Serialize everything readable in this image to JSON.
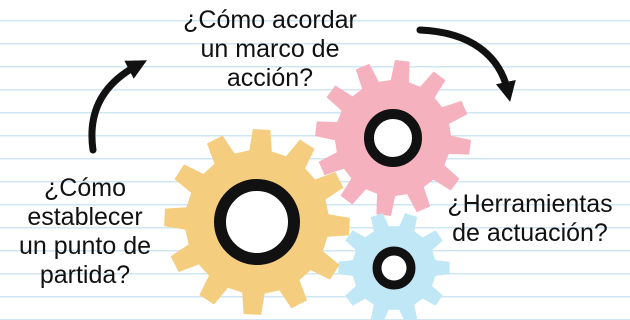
{
  "questions": {
    "top": "¿Cómo acordar\nun marco de\nacción?",
    "left": "¿Cómo\nestablecer\nun punto de\npartida?",
    "right": "¿Herramientas\nde actuación?"
  },
  "icons": {
    "gears": [
      "gear-icon-yellow",
      "gear-icon-pink",
      "gear-icon-blue"
    ],
    "arrows": [
      "curved-arrow-icon-left",
      "curved-arrow-icon-top-right"
    ]
  },
  "colors": {
    "gear_yellow": "#f5cd7f",
    "gear_pink": "#f6b1bf",
    "gear_blue": "#bfe7f6",
    "ink": "#111111",
    "ruled_line": "#cfe6f3"
  }
}
